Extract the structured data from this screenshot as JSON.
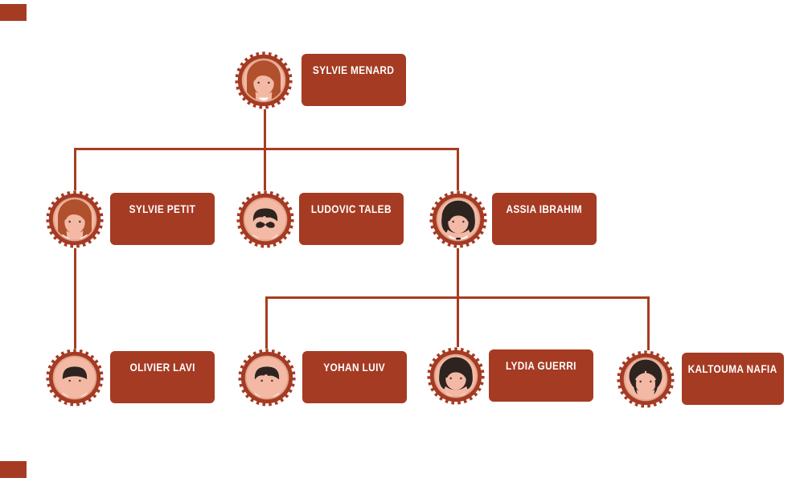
{
  "diagram_type": "org-chart",
  "colors": {
    "primary_red": "#a53b23",
    "connector_red": "#a93c20",
    "skin": "#f3b9a5",
    "inner_ring": "#e3a48c",
    "hair_auburn": "#b1502d",
    "hair_black": "#2d2420",
    "collar_white": "#ffffff",
    "label_text": "#ffffff",
    "background": "#ffffff"
  },
  "people": [
    {
      "name": "SYLVIE MENARD",
      "avatar": "woman-long",
      "hair": "auburn",
      "collar": "triangle",
      "level": 1
    },
    {
      "name": "SYLVIE PETIT",
      "avatar": "woman-long",
      "hair": "auburn",
      "collar": "vneck",
      "level": 2
    },
    {
      "name": "LUDOVIC TALEB",
      "avatar": "man-mustache",
      "hair": "black",
      "collar": "wings",
      "level": 2
    },
    {
      "name": "ASSIA IBRAHIM",
      "avatar": "woman-bob",
      "hair": "black",
      "collar": "tie",
      "level": 2
    },
    {
      "name": "OLIVIER LAVI",
      "avatar": "man",
      "hair": "black",
      "collar": "wings",
      "level": 3
    },
    {
      "name": "YOHAN LUIV",
      "avatar": "man-fringe",
      "hair": "black",
      "collar": "wings",
      "level": 3
    },
    {
      "name": "LYDIA GUERRI",
      "avatar": "woman-bob",
      "hair": "black",
      "collar": "bow",
      "level": 3
    },
    {
      "name": "KALTOUMA NAFIA",
      "avatar": "woman-midpart",
      "hair": "black",
      "collar": "none",
      "level": 3
    }
  ],
  "hierarchy": {
    "SYLVIE MENARD": [
      "SYLVIE PETIT",
      "LUDOVIC TALEB",
      "ASSIA IBRAHIM"
    ],
    "SYLVIE PETIT": [
      "OLIVIER LAVI"
    ],
    "ASSIA IBRAHIM": [
      "YOHAN LUIV",
      "LYDIA GUERRI",
      "KALTOUMA NAFIA"
    ]
  }
}
